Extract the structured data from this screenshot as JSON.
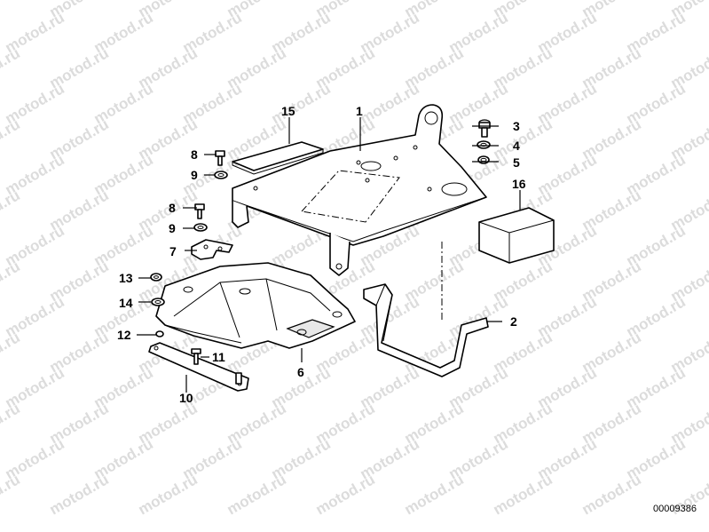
{
  "watermark": "motod.ru",
  "reference_code": "00009386",
  "callouts": [
    {
      "id": "c1",
      "label": "1"
    },
    {
      "id": "c2",
      "label": "2"
    },
    {
      "id": "c3",
      "label": "3"
    },
    {
      "id": "c4",
      "label": "4"
    },
    {
      "id": "c5",
      "label": "5"
    },
    {
      "id": "c6",
      "label": "6"
    },
    {
      "id": "c7",
      "label": "7"
    },
    {
      "id": "c8a",
      "label": "8"
    },
    {
      "id": "c8b",
      "label": "8"
    },
    {
      "id": "c9a",
      "label": "9"
    },
    {
      "id": "c9b",
      "label": "9"
    },
    {
      "id": "c10",
      "label": "10"
    },
    {
      "id": "c11",
      "label": "11"
    },
    {
      "id": "c12",
      "label": "12"
    },
    {
      "id": "c13",
      "label": "13"
    },
    {
      "id": "c14",
      "label": "14"
    },
    {
      "id": "c15",
      "label": "15"
    },
    {
      "id": "c16",
      "label": "16"
    }
  ]
}
